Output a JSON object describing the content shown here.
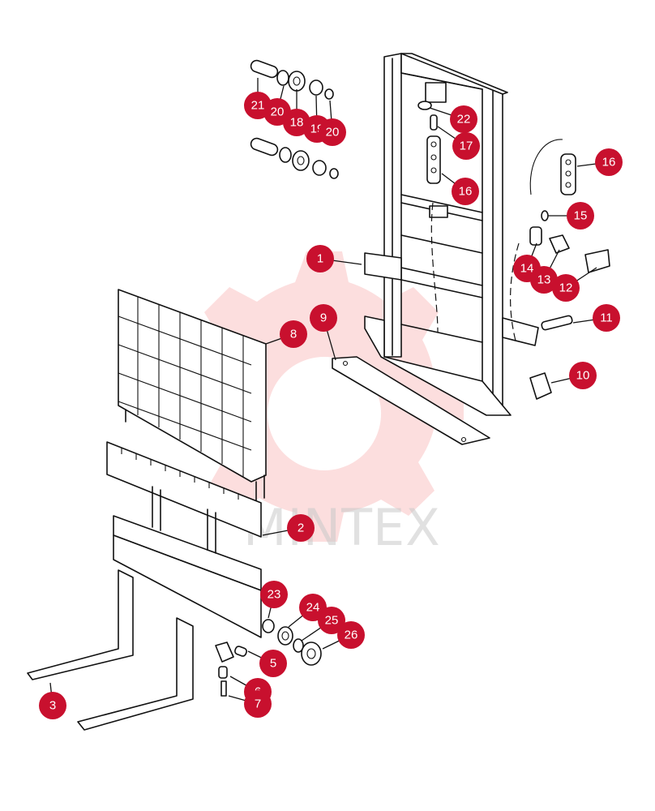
{
  "accent_color": "#c8102e",
  "watermark": {
    "text": "MINTEX",
    "color": "#e60000"
  },
  "callouts": [
    {
      "label": "1"
    },
    {
      "label": "2"
    },
    {
      "label": "3"
    },
    {
      "label": "5"
    },
    {
      "label": "6"
    },
    {
      "label": "7"
    },
    {
      "label": "8"
    },
    {
      "label": "9"
    },
    {
      "label": "10"
    },
    {
      "label": "11"
    },
    {
      "label": "12"
    },
    {
      "label": "13"
    },
    {
      "label": "14"
    },
    {
      "label": "15"
    },
    {
      "label": "16"
    },
    {
      "label": "16"
    },
    {
      "label": "17"
    },
    {
      "label": "18"
    },
    {
      "label": "19"
    },
    {
      "label": "20"
    },
    {
      "label": "20"
    },
    {
      "label": "21"
    },
    {
      "label": "22"
    },
    {
      "label": "23"
    },
    {
      "label": "24"
    },
    {
      "label": "25"
    },
    {
      "label": "26"
    }
  ]
}
